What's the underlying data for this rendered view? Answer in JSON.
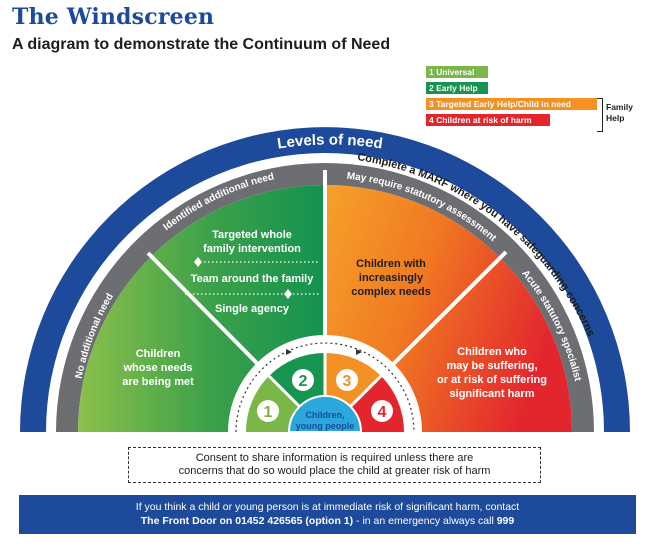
{
  "title": "The Windscreen",
  "subtitle": "A diagram to demonstrate the Continuum of Need",
  "legend": {
    "items": [
      {
        "label": "1 Universal",
        "color": "#7ab648"
      },
      {
        "label": "2 Early Help",
        "color": "#169450"
      },
      {
        "label": "3 Targeted Early Help/Child in need",
        "color": "#f39125"
      },
      {
        "label": "4 Children at risk of harm",
        "color": "#e3262e"
      }
    ],
    "family_help_line1": "Family",
    "family_help_line2": "Help"
  },
  "arc": {
    "levels_of_need": "Levels of need",
    "complete_marf": "Complete a MARF where you have safeguarding concerns",
    "no_additional_need": "No additional need",
    "identified_additional_need": "Identified additional need",
    "may_require_statutory": "May require statutory assessment",
    "acute_statutory": "Acute statutory specialist"
  },
  "segments": {
    "universal": {
      "line1": "Children",
      "line2": "whose needs",
      "line3": "are being met"
    },
    "early_help": {
      "targeted_line1": "Targeted whole",
      "targeted_line2": "family intervention",
      "team_around": "Team around the family",
      "single_agency": "Single agency"
    },
    "targeted": {
      "line1": "Children with",
      "line2": "increasingly",
      "line3": "complex needs"
    },
    "risk": {
      "line1": "Children who",
      "line2": "may be suffering,",
      "line3": "or at risk of suffering",
      "line4": "significant harm"
    }
  },
  "inner": {
    "n1": "1",
    "n2": "2",
    "n3": "3",
    "n4": "4",
    "center_line1": "Children,",
    "center_line2": "young people"
  },
  "consent": {
    "line1": "Consent to share information is required unless there are",
    "line2": "concerns that do so would place the child at greater risk of harm"
  },
  "footer": {
    "line1": "If you think a child or young person is at immediate risk of significant harm, contact",
    "front_door": "The Front Door on 01452 426565 (option 1)",
    "emergency_prefix": " - in an emergency always call ",
    "emergency_number": "999"
  },
  "colors": {
    "blue": "#1d4a9a",
    "grey": "#6d6e71",
    "green_light": "#7ab648",
    "green_dark": "#169450",
    "orange": "#f39125",
    "red": "#e3262e",
    "center_blue": "#2aa8dc"
  }
}
